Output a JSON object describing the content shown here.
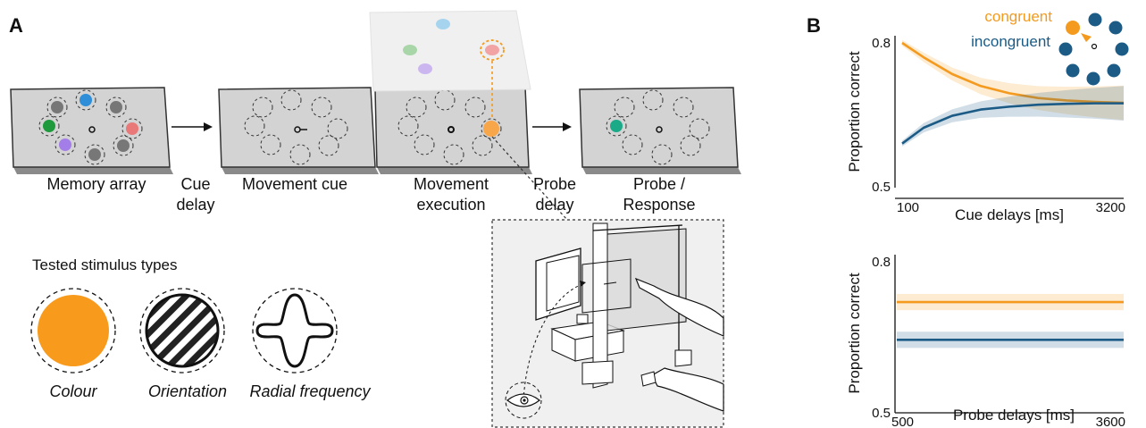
{
  "panels": {
    "a": "A",
    "b": "B"
  },
  "sequence": {
    "memory_array": "Memory array",
    "cue_delay": [
      "Cue",
      "delay"
    ],
    "movement_cue": "Movement cue",
    "movement_execution": [
      "Movement",
      "execution"
    ],
    "probe_delay": [
      "Probe",
      "delay"
    ],
    "probe_response": [
      "Probe /",
      "Response"
    ]
  },
  "stimuli": {
    "title": "Tested stimulus types",
    "colour": "Colour",
    "orientation": "Orientation",
    "radial_frequency": "Radial frequency"
  },
  "colors": {
    "congruent": "#f39a1f",
    "incongruent": "#1b5b86",
    "screen": "#d3d3d3",
    "probe_item": "#1aaa88",
    "memory_items": [
      "#2e8fd8",
      "#e97878",
      "#1e9a3c",
      "#a37de8"
    ]
  },
  "legend": {
    "congruent": "congruent",
    "incongruent": "incongruent"
  },
  "chart_data": [
    {
      "type": "line",
      "ylabel": "Proportion correct",
      "xlabel": "Cue delays [ms]",
      "x_ticks": [
        "100",
        "3200"
      ],
      "y_ticks": [
        "0.5",
        "0.8"
      ],
      "xlim": [
        100,
        3200
      ],
      "ylim": [
        0.5,
        0.8
      ],
      "x": [
        100,
        400,
        800,
        1200,
        1600,
        2000,
        2400,
        2800,
        3200
      ],
      "series": [
        {
          "name": "congruent",
          "values": [
            0.8,
            0.77,
            0.735,
            0.71,
            0.695,
            0.685,
            0.68,
            0.677,
            0.675
          ]
        },
        {
          "name": "incongruent",
          "values": [
            0.59,
            0.623,
            0.648,
            0.661,
            0.667,
            0.671,
            0.673,
            0.674,
            0.674
          ]
        }
      ]
    },
    {
      "type": "line",
      "ylabel": "Proportion correct",
      "xlabel": "Probe delays [ms]",
      "x_ticks": [
        "500",
        "3600"
      ],
      "y_ticks": [
        "0.5",
        "0.8"
      ],
      "xlim": [
        500,
        3600
      ],
      "ylim": [
        0.5,
        0.8
      ],
      "x": [
        500,
        3600
      ],
      "series": [
        {
          "name": "congruent",
          "values": [
            0.72,
            0.72
          ]
        },
        {
          "name": "incongruent",
          "values": [
            0.645,
            0.645
          ]
        }
      ]
    }
  ]
}
